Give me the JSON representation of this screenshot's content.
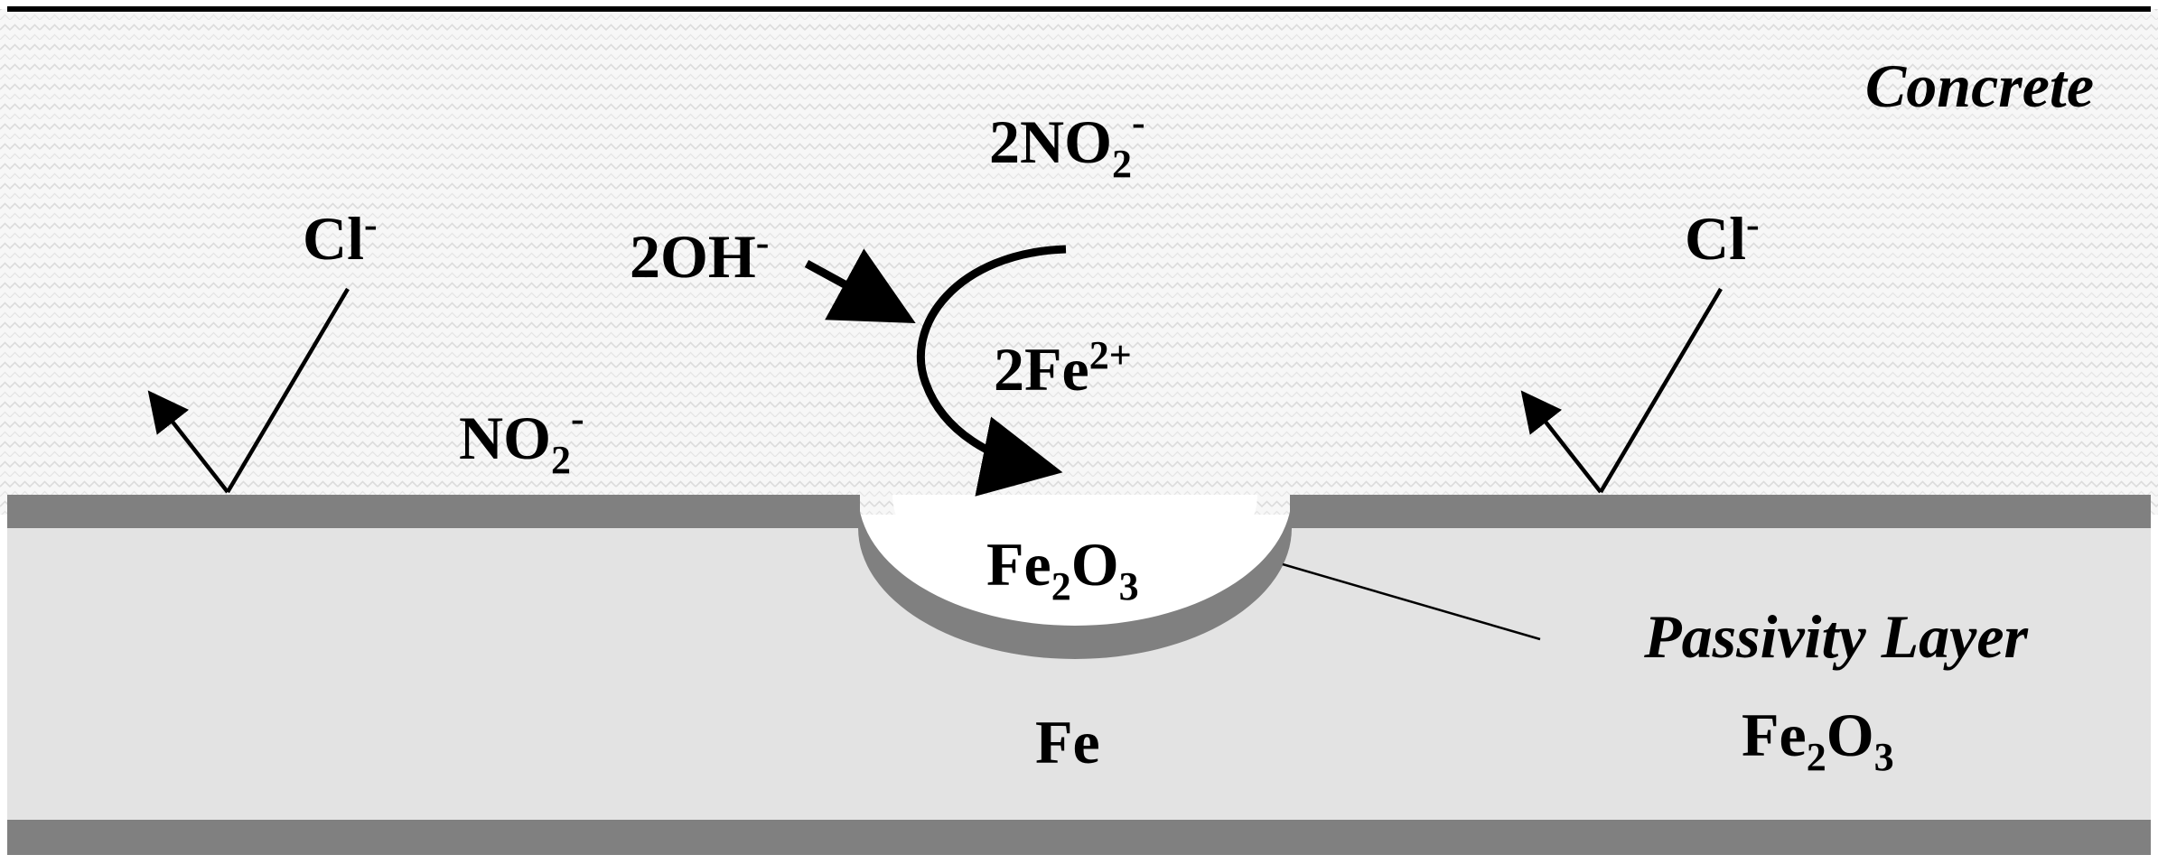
{
  "labels": {
    "concrete": "Concrete",
    "cl_left": {
      "base": "Cl",
      "sup": "-"
    },
    "cl_right": {
      "base": "Cl",
      "sup": "-"
    },
    "nitrite_left": {
      "base": "NO",
      "sub": "2",
      "sup": "-"
    },
    "nitrite_top": {
      "base": "2NO",
      "sub": "2",
      "sup": "-"
    },
    "hydroxide": {
      "base": "2OH",
      "sup": "-"
    },
    "ferrous": {
      "base": "2Fe",
      "sup": "2+"
    },
    "pit_oxide": {
      "base1": "Fe",
      "sub1": "2",
      "base2": "O",
      "sub2": "3"
    },
    "iron": "Fe",
    "passivity": "Passivity Layer",
    "passivity_oxide": {
      "base1": "Fe",
      "sub1": "2",
      "base2": "O",
      "sub2": "3"
    }
  },
  "colors": {
    "concrete_bg": "#f7f7f7",
    "concrete_pattern": "#dddddd",
    "passive_layer": "#808080",
    "steel": "#e3e3e3",
    "ink": "#000000"
  }
}
